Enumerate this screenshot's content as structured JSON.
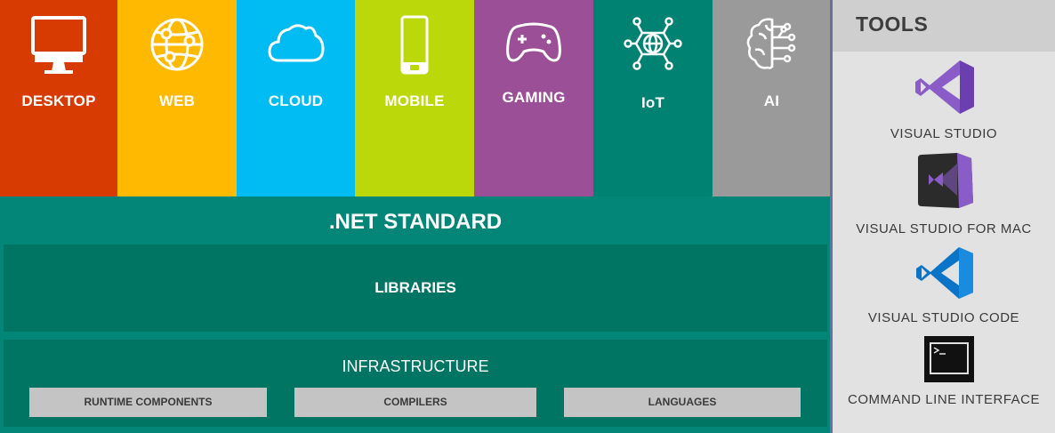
{
  "platforms": [
    {
      "label": "DESKTOP",
      "icon": "desktop-monitor-icon",
      "color": "#d83b01"
    },
    {
      "label": "WEB",
      "icon": "globe-network-icon",
      "color": "#ffb900"
    },
    {
      "label": "CLOUD",
      "icon": "cloud-icon",
      "color": "#00bcf2"
    },
    {
      "label": "MOBILE",
      "icon": "mobile-phone-icon",
      "color": "#bad80a"
    },
    {
      "label": "GAMING",
      "icon": "game-controller-icon",
      "color": "#9b4f96"
    },
    {
      "label": "IoT",
      "icon": "iot-globe-icon",
      "color": "#008272"
    },
    {
      "label": "AI",
      "icon": "brain-circuit-icon",
      "color": "#9a9a9a"
    }
  ],
  "standard": {
    "title": ".NET STANDARD",
    "libraries": "LIBRARIES",
    "infrastructure": "INFRASTRUCTURE",
    "components": [
      "RUNTIME COMPONENTS",
      "COMPILERS",
      "LANGUAGES"
    ],
    "color": "#038577"
  },
  "tools": {
    "title": "TOOLS",
    "items": [
      {
        "label": "VISUAL STUDIO",
        "icon": "visual-studio-icon"
      },
      {
        "label": "VISUAL STUDIO FOR MAC",
        "icon": "visual-studio-for-mac-icon"
      },
      {
        "label": "VISUAL STUDIO CODE",
        "icon": "visual-studio-code-icon"
      },
      {
        "label": "COMMAND LINE INTERFACE",
        "icon": "terminal-icon"
      }
    ]
  }
}
